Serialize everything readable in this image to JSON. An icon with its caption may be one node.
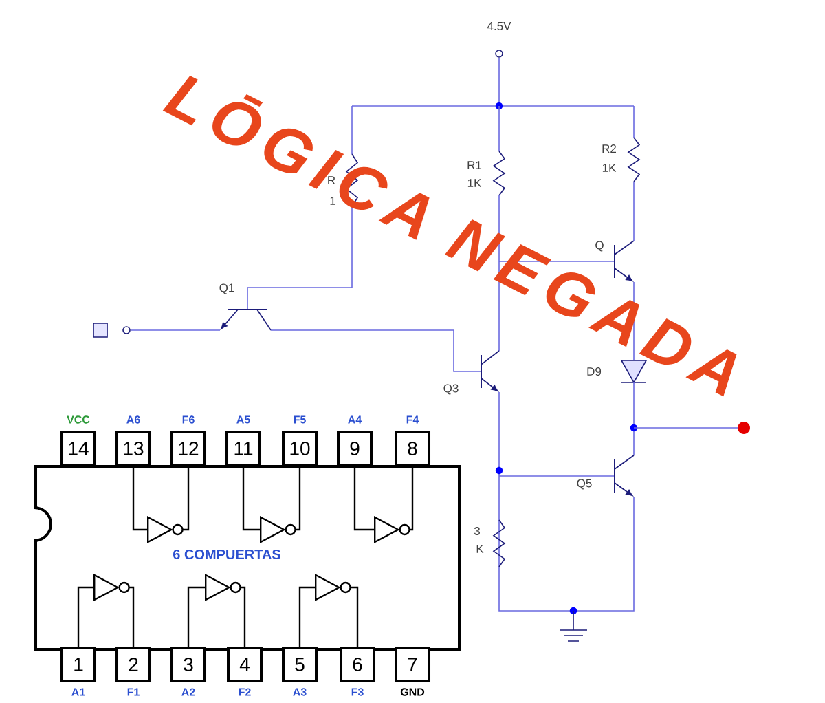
{
  "diagram": {
    "title": "LŌGICA NEGADA",
    "nodes": [
      {
        "text": [
          "14"
        ],
        "beside": [
          "VCC"
        ]
      },
      {
        "text": [
          "13"
        ],
        "beside": [
          "A6"
        ]
      },
      {
        "text": [
          "12"
        ],
        "beside": [
          "F6"
        ]
      },
      {
        "text": [
          "11"
        ],
        "beside": [
          "A5"
        ]
      },
      {
        "text": [
          "10"
        ],
        "beside": [
          "F5"
        ]
      },
      {
        "text": [
          "9"
        ],
        "beside": [
          "A4"
        ]
      },
      {
        "text": [
          "8"
        ],
        "beside": [
          "F4"
        ]
      },
      {
        "text": [
          "6 COMPUERTAS"
        ]
      },
      {
        "text": [],
        "shape": "triangle",
        "in": 7
      },
      {
        "text": [],
        "shape": "triangle",
        "in": 7
      },
      {
        "text": [],
        "shape": "triangle",
        "in": 7
      },
      {
        "text": [],
        "shape": "triangle",
        "in": 7
      },
      {
        "text": [],
        "shape": "triangle",
        "in": 7
      },
      {
        "text": [],
        "shape": "triangle",
        "in": 7
      },
      {
        "text": [
          "1"
        ],
        "beside": [
          "A1"
        ]
      },
      {
        "text": [
          "2"
        ],
        "beside": [
          "F1"
        ]
      },
      {
        "text": [
          "3"
        ],
        "beside": [
          "A2"
        ]
      },
      {
        "text": [
          "4"
        ],
        "beside": [
          "F2"
        ]
      },
      {
        "text": [
          "5"
        ],
        "beside": [
          "A3"
        ]
      },
      {
        "text": [
          "6"
        ],
        "beside": [
          "F3"
        ]
      },
      {
        "text": [
          "7"
        ],
        "beside": [
          "GND"
        ]
      }
    ],
    "edges": [
      {
        "from": 1,
        "to": 8,
        "arrow": "none"
      },
      {
        "from": 8,
        "to": 2,
        "arrow": "none"
      },
      {
        "from": 3,
        "to": 9,
        "arrow": "none"
      },
      {
        "from": 9,
        "to": 4,
        "arrow": "none"
      },
      {
        "from": 5,
        "to": 10,
        "arrow": "none"
      },
      {
        "from": 10,
        "to": 6,
        "arrow": "none"
      },
      {
        "from": 14,
        "to": 11,
        "arrow": "none"
      },
      {
        "from": 11,
        "to": 15,
        "arrow": "none"
      },
      {
        "from": 16,
        "to": 12,
        "arrow": "none"
      },
      {
        "from": 12,
        "to": 17,
        "arrow": "none"
      },
      {
        "from": 18,
        "to": 13,
        "arrow": "none"
      },
      {
        "from": 13,
        "to": 19,
        "arrow": "none"
      }
    ],
    "labels": [
      "4.5V",
      "R1",
      "1K",
      "R2",
      "1K",
      "R",
      "1",
      "Q",
      "Q1",
      "D9",
      "Q3",
      "Q5",
      "3",
      "K"
    ]
  }
}
